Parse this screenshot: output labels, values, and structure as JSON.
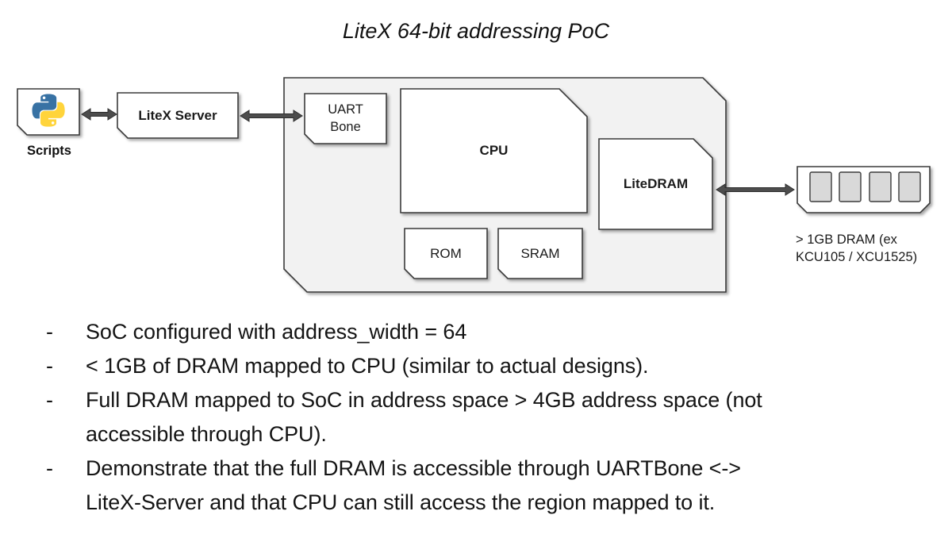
{
  "title": "LiteX 64-bit addressing PoC",
  "diagram": {
    "scripts": {
      "label": "Scripts"
    },
    "litex_server": {
      "label": "LiteX Server"
    },
    "soc": {
      "uartbone": {
        "label": "UART\nBone"
      },
      "cpu": {
        "label": "CPU"
      },
      "rom": {
        "label": "ROM"
      },
      "sram": {
        "label": "SRAM"
      },
      "litedram": {
        "label": "LiteDRAM"
      }
    },
    "dram": {
      "caption": "> 1GB DRAM (ex\nKCU105 / XCU1525)",
      "chip_count": 4
    }
  },
  "bullet_marker": "-",
  "bullets": [
    "SoC configured with address_width = 64",
    "< 1GB of DRAM mapped to CPU (similar to actual designs).",
    "Full DRAM mapped to SoC in address space > 4GB address space (not\naccessible through CPU).",
    "Demonstrate that the full DRAM is accessible through UARTBone <->\nLiteX-Server and that CPU can still access the region mapped to it."
  ],
  "colors": {
    "box_border": "#3a3a3a",
    "box_fill": "#ffffff",
    "soc_fill": "#f2f2f2",
    "chip_fill": "#d9d9d9",
    "arrow": "#4d4d4d",
    "python_blue": "#3872a4",
    "python_yellow": "#ffd43b"
  }
}
